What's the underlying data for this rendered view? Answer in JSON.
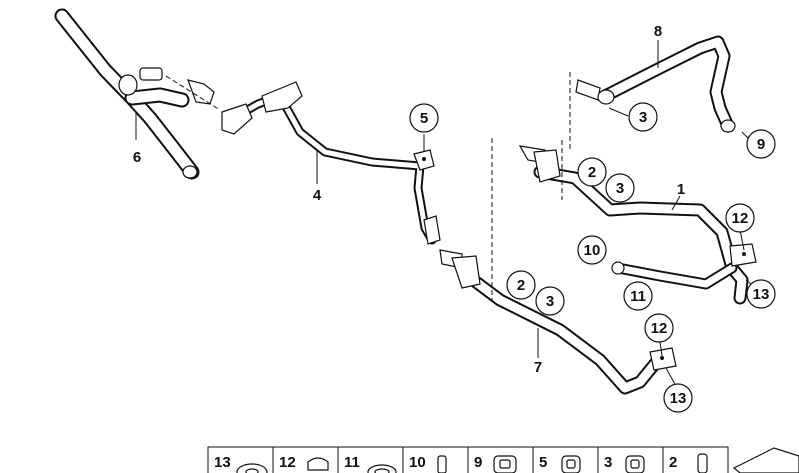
{
  "callouts": {
    "c5": "5",
    "c3_top": "3",
    "c9": "9",
    "c2_upper": "2",
    "c3_upper": "3",
    "c12_right": "12",
    "c10": "10",
    "c11": "11",
    "c13_right": "13",
    "c2_lower": "2",
    "c3_lower": "3",
    "c12_lower": "12",
    "c13_lower": "13"
  },
  "labels": {
    "p8": "8",
    "p6": "6",
    "p4": "4",
    "p1": "1",
    "p7": "7"
  },
  "parts_strip": [
    "13",
    "12",
    "11",
    "10",
    "9",
    "5",
    "3",
    "2"
  ]
}
